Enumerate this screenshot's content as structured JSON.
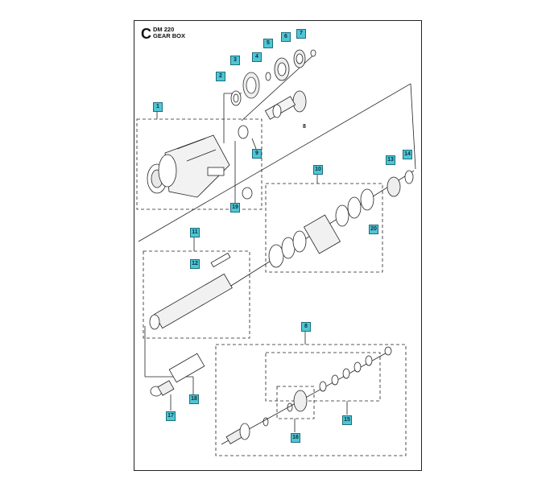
{
  "header": {
    "section_letter": "C",
    "model": "DM 220",
    "title": "GEAR BOX"
  },
  "callouts": {
    "c1": "1",
    "c2": "2",
    "c3": "3",
    "c4": "4",
    "c5": "5",
    "c6": "6",
    "c7": "7",
    "c8a": "8",
    "c8b": "8",
    "c9": "9",
    "c10": "10",
    "c11": "11",
    "c12": "12",
    "c13": "13",
    "c14": "14",
    "c15": "15",
    "c16": "16",
    "c17": "17",
    "c18": "18",
    "c19": "19",
    "c20": "20"
  }
}
